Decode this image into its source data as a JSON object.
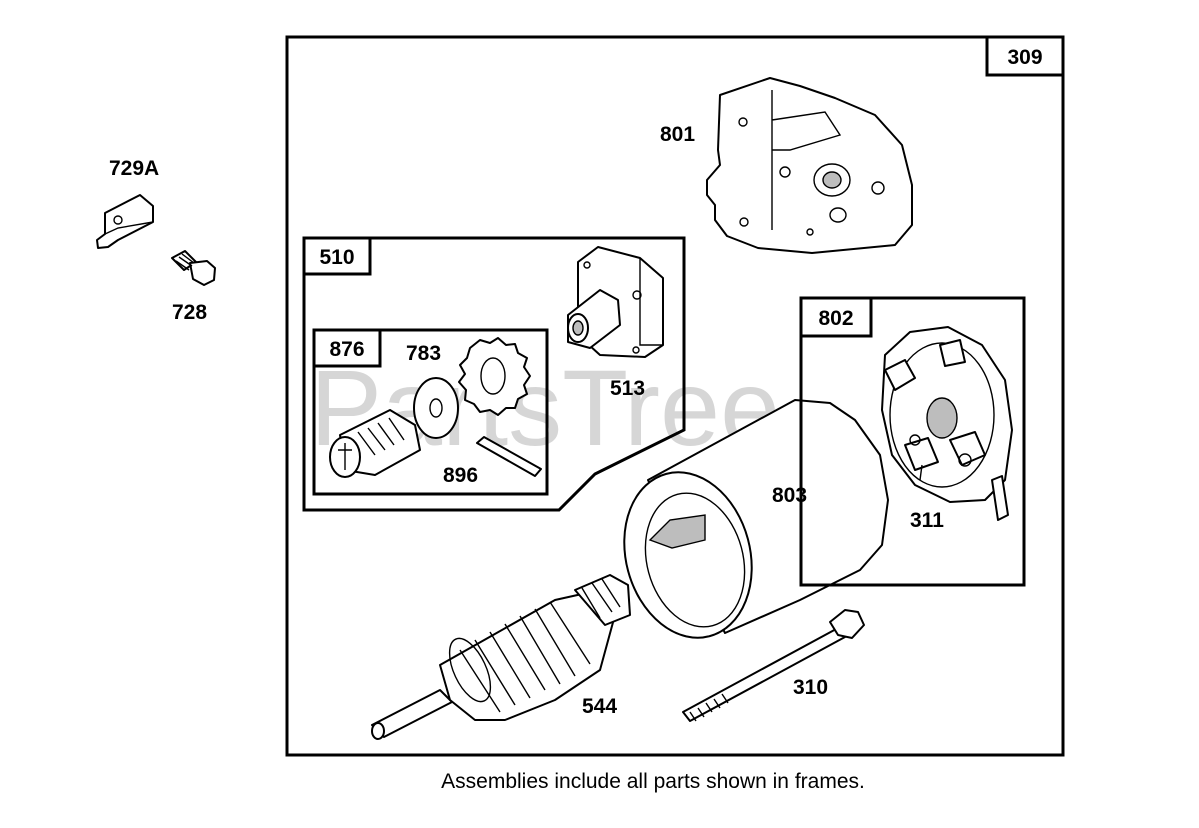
{
  "watermark": "PartsTree",
  "caption": "Assemblies include all parts shown in frames.",
  "frames": {
    "outer": "309",
    "starter_drive": "510",
    "drive_inner": "876",
    "brush_plate": "802"
  },
  "parts": {
    "bracket": "729A",
    "screw": "728",
    "end_cap": "801",
    "drive_housing": "513",
    "pinion_gear": "783",
    "roll_pin": "896",
    "housing": "803",
    "brush": "311",
    "thru_bolt": "310",
    "armature": "544"
  }
}
